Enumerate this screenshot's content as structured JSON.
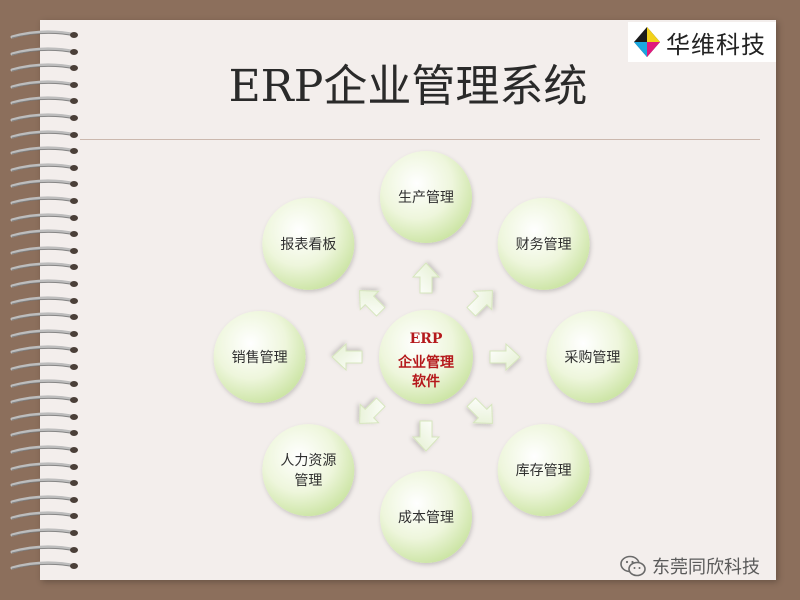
{
  "logo": {
    "text": "华维科技"
  },
  "title": "ERP企业管理系统",
  "center": {
    "line1": "ERP",
    "line2": "企业管理",
    "line3": "软件"
  },
  "nodes": [
    {
      "id": "production",
      "lines": [
        "生产管理"
      ]
    },
    {
      "id": "finance",
      "lines": [
        "财务管理"
      ]
    },
    {
      "id": "purchasing",
      "lines": [
        "采购管理"
      ]
    },
    {
      "id": "inventory",
      "lines": [
        "库存管理"
      ]
    },
    {
      "id": "cost",
      "lines": [
        "成本管理"
      ]
    },
    {
      "id": "hr",
      "lines": [
        "人力资源",
        "管理"
      ]
    },
    {
      "id": "sales",
      "lines": [
        "销售管理"
      ]
    },
    {
      "id": "reports",
      "lines": [
        "报表看板"
      ]
    }
  ],
  "watermark": {
    "text": "东莞同欣科技"
  },
  "colors": {
    "background": "#8c6f5c",
    "page": "#f3eeec",
    "node_light": "#ffffff",
    "node_dark": "#c9e3a0",
    "accent": "#b5191c"
  }
}
